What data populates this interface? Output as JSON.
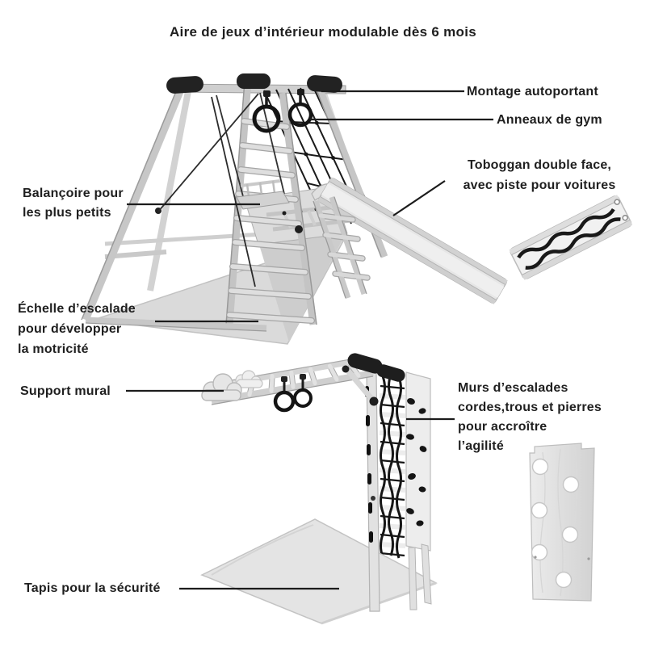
{
  "title": "Aire de jeux d’intérieur modulable dès 6 mois",
  "annotations": {
    "montage": {
      "text": "Montage autoportant"
    },
    "anneaux": {
      "text": "Anneaux de gym"
    },
    "toboggan": {
      "line1": "Toboggan double face,",
      "line2": "avec piste pour voitures"
    },
    "balancoire": {
      "line1": "Balançoire pour",
      "line2": "les plus petits"
    },
    "echelle": {
      "line1": "Échelle d’escalade",
      "line2": "pour développer",
      "line3": "la motricité"
    },
    "support": {
      "text": "Support mural"
    },
    "murs": {
      "line1": "Murs d’escalades",
      "line2": "cordes,trous et pierres",
      "line3": "pour accroître",
      "line4": "l’agilité"
    },
    "tapis": {
      "text": "Tapis pour la sécurité"
    }
  },
  "colors": {
    "background": "#ffffff",
    "text": "#1f1f1f",
    "leader_line": "#1c1c1c",
    "structure_light": "#e2e2e2",
    "structure_mid": "#c9c9c9",
    "structure_dark": "#a5a5a5",
    "black_parts": "#1c1c1c",
    "mat": "#dadada"
  }
}
